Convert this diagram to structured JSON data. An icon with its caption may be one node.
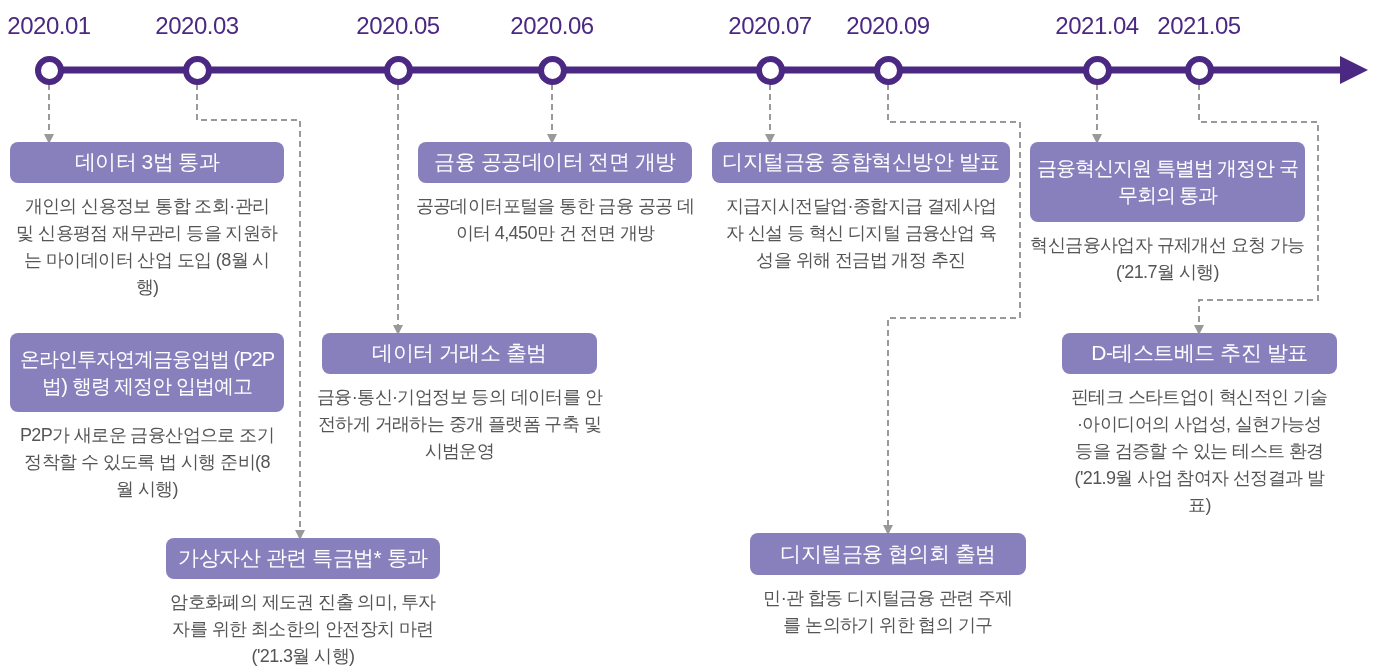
{
  "diagram": {
    "nodes": [
      {
        "text": [],
        "shape": "circle",
        "beside": [
          "2020.01"
        ]
      },
      {
        "text": [],
        "shape": "circle",
        "beside": [
          "2020.03"
        ]
      },
      {
        "text": [],
        "shape": "circle",
        "beside": [
          "2020.05"
        ]
      },
      {
        "text": [],
        "shape": "circle",
        "beside": [
          "2020.06"
        ]
      },
      {
        "text": [],
        "shape": "circle",
        "beside": [
          "2020.07"
        ]
      },
      {
        "text": [],
        "shape": "circle",
        "beside": [
          "2020.09"
        ]
      },
      {
        "text": [],
        "shape": "circle",
        "beside": [
          "2021.04"
        ]
      },
      {
        "text": [],
        "shape": "circle",
        "beside": [
          "2021.05"
        ]
      },
      {
        "text": [
          "데이터 3법 통과"
        ],
        "beside": [
          "개인의 신용정보 통합 조회·관리 및 신용평점 재무관리 등을 지원하는 마이데이터 산업 도입 (8월 시행)"
        ]
      },
      {
        "text": [
          "금융 공공데이터 전면 개방"
        ],
        "beside": [
          "공공데이터포털을 통한 금융 공공 데이터 4,450만 건 전면 개방"
        ]
      },
      {
        "text": [
          "디지털금융 종합혁신방안 발표"
        ],
        "beside": [
          "지급지시전달업·종합지급 결제사업자 신설 등 혁신 디지털 금융산업 육성을 위해 전금법 개정 추진"
        ]
      },
      {
        "text": [
          "금융혁신지원 특별법 개정안 국무회의 통과"
        ],
        "beside": [
          "혁신금융사업자 규제개선 요청 가능 ('21.7월 시행)"
        ]
      },
      {
        "text": [
          "온라인투자연계금융업법 (P2P법) 행령 제정안 입법예고"
        ],
        "beside": [
          "P2P가 새로운 금융산업으로 조기 정착할 수 있도록 법 시행 준비(8월 시행)"
        ]
      },
      {
        "text": [
          "데이터 거래소 출범"
        ],
        "beside": [
          "금융·통신·기업정보 등의 데이터를 안전하게 거래하는 중개 플랫폼 구축 및 시범운영"
        ]
      },
      {
        "text": [
          "D-테스트베드 추진 발표"
        ],
        "beside": [
          "핀테크 스타트업이 혁신적인 기술·아이디어의 사업성, 실현가능성 등을 검증할 수 있는 테스트 환경('21.9월 사업 참여자 선정결과 발표)"
        ]
      },
      {
        "text": [
          "가상자산 관련 특금법* 통과"
        ],
        "beside": [
          "암호화폐의 제도권 진출 의미, 투자자를 위한 최소한의 안전장치 마련 ('21.3월 시행)"
        ]
      },
      {
        "text": [
          "디지털금융 협의회 출범"
        ],
        "beside": [
          "민·관 합동 디지털금융 관련 주제를 논의하기 위한 협의 기구"
        ]
      }
    ],
    "edges": [
      {
        "from": 0,
        "to": 8,
        "arrow": "to",
        "style": "dashed"
      },
      {
        "from": 1,
        "to": 15,
        "arrow": "to",
        "style": "dashed"
      },
      {
        "from": 2,
        "to": 13,
        "arrow": "to",
        "style": "dashed"
      },
      {
        "from": 3,
        "to": 9,
        "arrow": "to",
        "style": "dashed"
      },
      {
        "from": 4,
        "to": 10,
        "arrow": "to",
        "style": "dashed"
      },
      {
        "from": 5,
        "to": 16,
        "arrow": "to",
        "style": "dashed"
      },
      {
        "from": 6,
        "to": 11,
        "arrow": "to",
        "style": "dashed"
      },
      {
        "from": 7,
        "to": 14,
        "arrow": "to",
        "style": "dashed"
      }
    ]
  }
}
